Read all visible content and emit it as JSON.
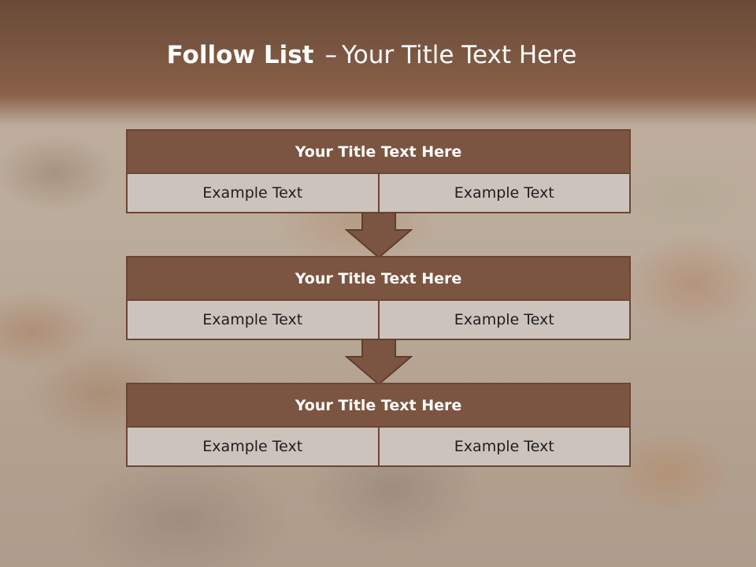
{
  "slide": {
    "title_bold": "Follow List",
    "title_sep": "–",
    "title_rest": "Your Title Text Here",
    "colors": {
      "header_fill": "#7b5541",
      "border": "#6a4634",
      "cell_fill": "#cdc3bd",
      "top_band": "#7a5641"
    }
  },
  "blocks": [
    {
      "title": "Your Title Text Here",
      "left": "Example Text",
      "right": "Example Text"
    },
    {
      "title": "Your Title Text Here",
      "left": "Example Text",
      "right": "Example Text"
    },
    {
      "title": "Your Title Text Here",
      "left": "Example Text",
      "right": "Example Text"
    }
  ],
  "connectors": [
    "arrow-down-icon",
    "arrow-down-icon"
  ]
}
